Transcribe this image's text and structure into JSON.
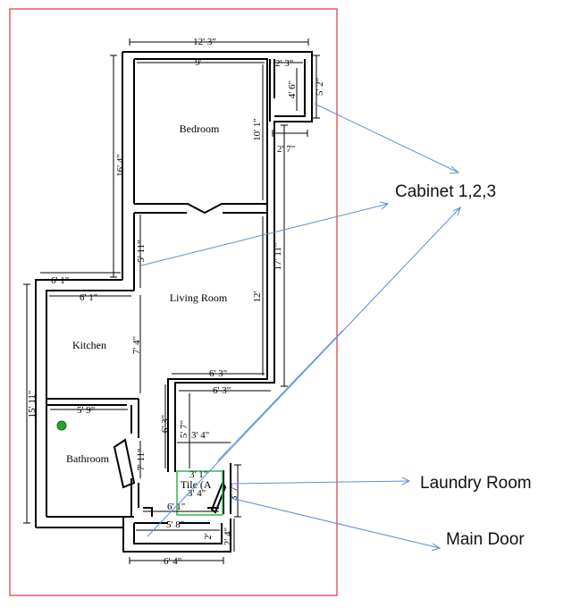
{
  "rooms": {
    "bedroom": "Bedroom",
    "living": "Living Room",
    "kitchen": "Kitchen",
    "bathroom": "Bathroom",
    "tile": "Tile (A"
  },
  "dimensions": {
    "top_overall": "12' 3\"",
    "bedroom_width": "9'",
    "cabinet_width_top": "2' 3\"",
    "cabinet_height": "4' 6\"",
    "cabinet_outer_height": "5' 2\"",
    "bedroom_height": "10' 1\"",
    "cabinet_bottom": "2' 7\"",
    "left_upper": "16' 4\"",
    "closet_depth": "5' 11\"",
    "right_mid": "17' 11\"",
    "kitchen_top_outer": "6' 1\"",
    "kitchen_top_inner": "6' 1\"",
    "living_height": "12'",
    "kitchen_height": "7' 4\"",
    "left_lower": "15' 11\"",
    "hall_width_inner": "6' 3\"",
    "hall_width_outer": "6' 3\"",
    "bath_width": "5' 9\"",
    "hall_height": "6' 3\"",
    "hall_right": "5' 7\"",
    "bath_height": "7' 11\"",
    "laundry_top": "3' 4\"",
    "laundry_inner": "3' 1\"",
    "laundry_inner2": "3' 4\"",
    "laundry_side": "3' 7\"",
    "entry_width": "6' 1\"",
    "entry_inner": "5' 8\"",
    "entry_height": "2'",
    "entry_side": "2' 4\"",
    "bottom_overall": "6' 4\""
  },
  "callouts": {
    "cabinet": "Cabinet 1,2,3",
    "laundry": "Laundry Room",
    "main_door": "Main Door"
  },
  "colors": {
    "border": "#e0343a",
    "arrow": "#5b8fd1",
    "tile_outline": "#2db84a",
    "marker": "#22aa22"
  }
}
